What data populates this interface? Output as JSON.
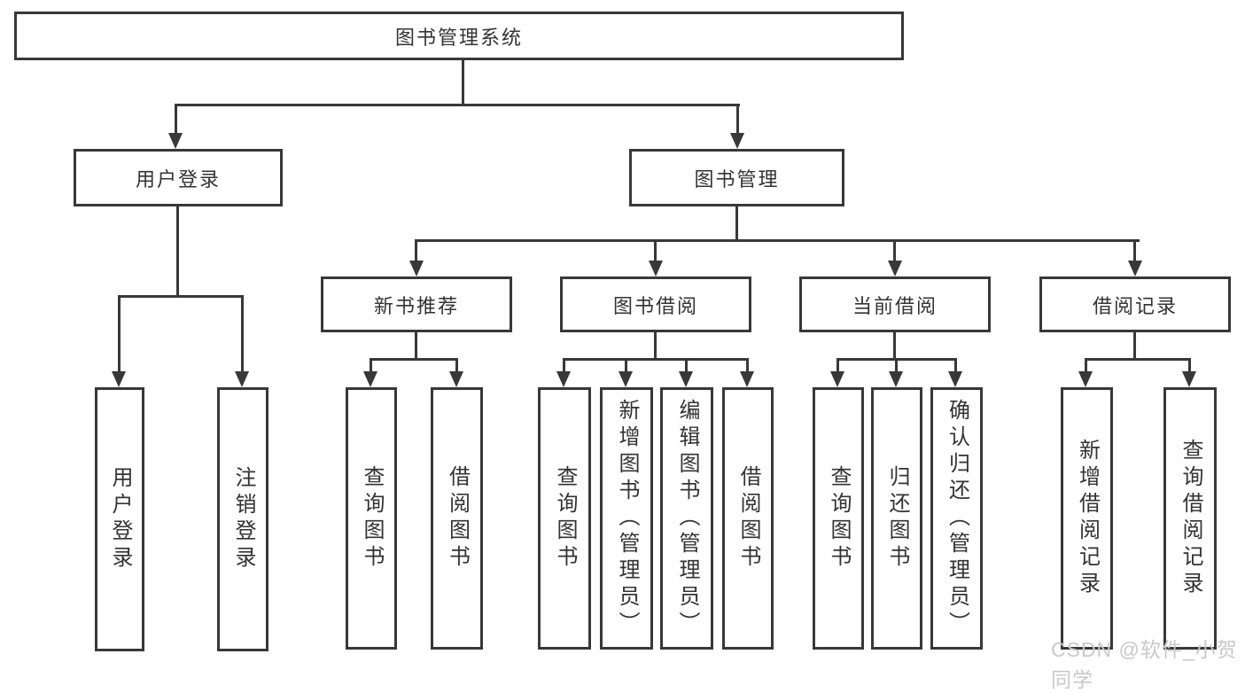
{
  "diagram": {
    "root": {
      "label": "图书管理系统"
    },
    "level2": [
      {
        "label": "用户登录"
      },
      {
        "label": "图书管理"
      }
    ],
    "level3": [
      {
        "label": "新书推荐"
      },
      {
        "label": "图书借阅"
      },
      {
        "label": "当前借阅"
      },
      {
        "label": "借阅记录"
      }
    ],
    "leaves": {
      "user_login": [
        "用户登录",
        "注销登录"
      ],
      "new_book": [
        "查询图书",
        "借阅图书"
      ],
      "book_borrow": [
        "查询图书",
        "新增图书（管理员）",
        "编辑图书（管理员）",
        "借阅图书"
      ],
      "current_borrow": [
        "查询图书",
        "归还图书",
        "确认归还（管理员）"
      ],
      "borrow_record": [
        "新增借阅记录",
        "查询借阅记录"
      ]
    }
  },
  "watermark": "CSDN @软件_小贺同学",
  "colors": {
    "line": "#383838",
    "box_background": "#ffffff",
    "text": "#333333",
    "watermark": "#c9c9c9"
  }
}
